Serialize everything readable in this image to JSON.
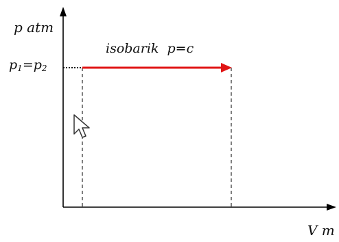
{
  "diagram": {
    "y_axis_label": "p atm",
    "x_axis_label": "V m",
    "process_label": "isobarik  p=c",
    "pressure_label": {
      "p1_base": "p",
      "p1_sub": "1",
      "equals": "=",
      "p2_base": "p",
      "p2_sub": "2"
    },
    "arrow_color": "#e01515",
    "axis_color": "#000000",
    "icons": [
      "mouse-pointer-icon"
    ]
  }
}
